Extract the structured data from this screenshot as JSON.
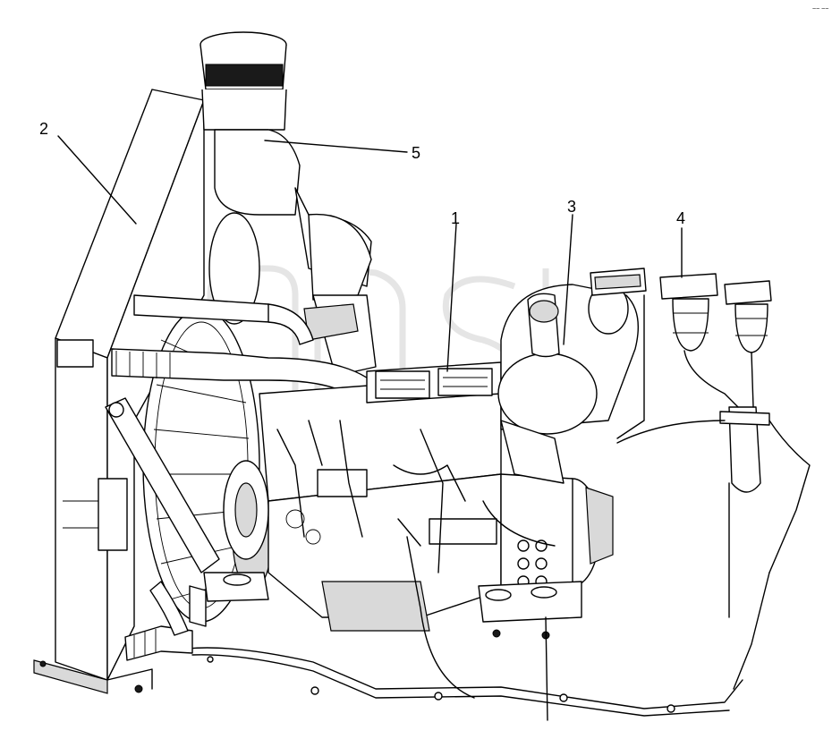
{
  "callouts": [
    {
      "id": "1",
      "text": "1"
    },
    {
      "id": "2",
      "text": "2"
    },
    {
      "id": "3",
      "text": "3"
    },
    {
      "id": "4",
      "text": "4"
    },
    {
      "id": "5",
      "text": "5"
    }
  ],
  "corner_mark": "~~ ~~",
  "watermark": "ansin",
  "colors": {
    "line": "#000000",
    "background": "#ffffff",
    "shade": "#d9d9d9"
  }
}
